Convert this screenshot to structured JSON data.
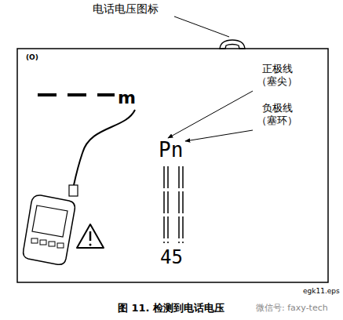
{
  "diagram": {
    "caption": "图 11. 检测到电话电压",
    "labels": [
      "电话电压图标",
      "正极线 （塞尖）",
      "负极线 （塞环）",
      "(O)",
      "m",
      "Pn",
      "45",
      "egk11.eps",
      "微信号: faxy-tech"
    ]
  }
}
